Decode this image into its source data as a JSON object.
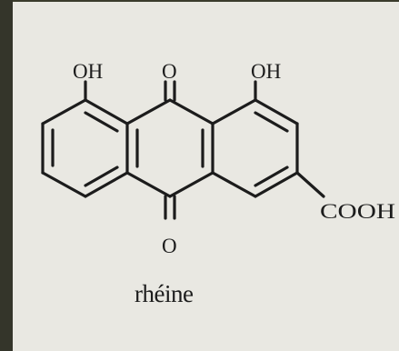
{
  "molecule": {
    "name": "rhéine",
    "labels": {
      "hydroxyl_left": "OH",
      "hydroxyl_right": "OH",
      "carbonyl_top": "O",
      "carbonyl_bottom": "O",
      "carboxyl": "COOH"
    }
  }
}
